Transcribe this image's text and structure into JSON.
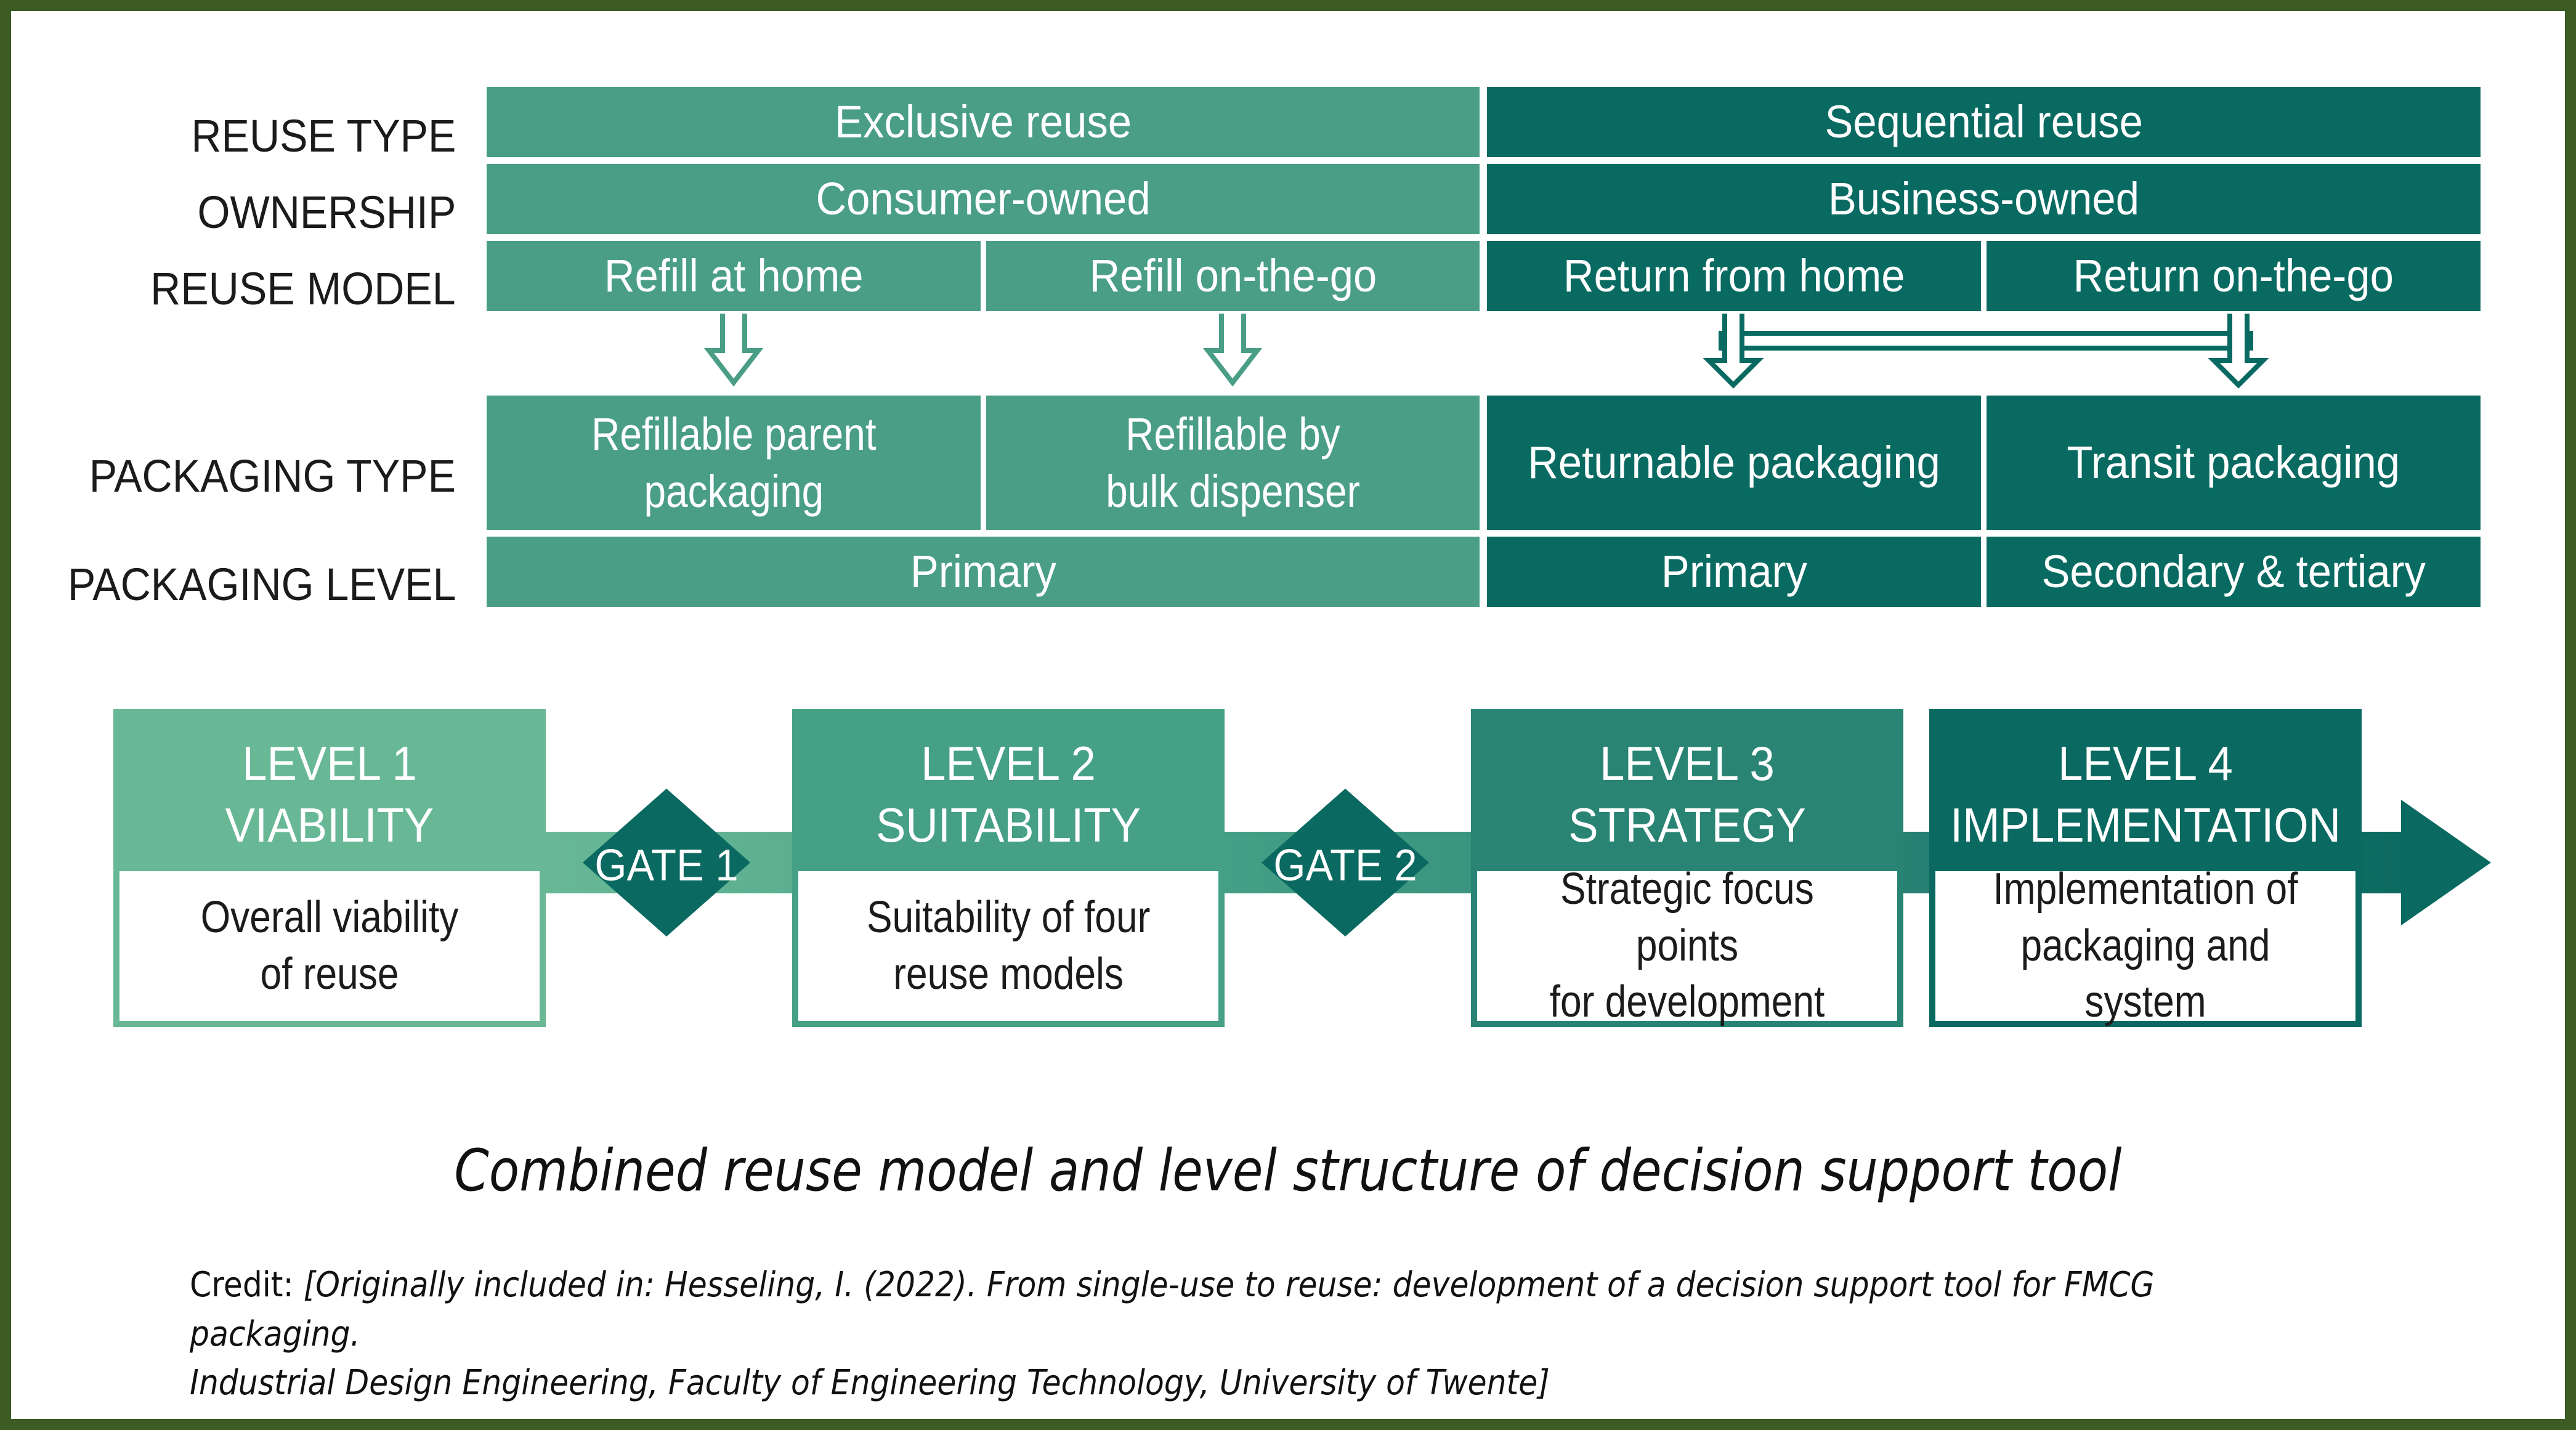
{
  "rows": {
    "reuse_type": {
      "label": "REUSE TYPE",
      "cells": [
        "Exclusive reuse",
        "Sequential reuse"
      ]
    },
    "ownership": {
      "label": "OWNERSHIP",
      "cells": [
        "Consumer-owned",
        "Business-owned"
      ]
    },
    "reuse_model": {
      "label": "REUSE MODEL",
      "cells": [
        "Refill at home",
        "Refill on-the-go",
        "Return from home",
        "Return on-the-go"
      ]
    },
    "packaging_type": {
      "label": "PACKAGING TYPE",
      "cells": [
        [
          "Refillable parent",
          "packaging"
        ],
        [
          "Refillable by",
          "bulk dispenser"
        ],
        [
          "Returnable packaging"
        ],
        [
          "Transit packaging"
        ]
      ]
    },
    "packaging_level": {
      "label": "PACKAGING LEVEL",
      "cells": [
        "Primary",
        "Primary",
        "Secondary & tertiary"
      ]
    }
  },
  "levels": [
    {
      "title": "LEVEL 1",
      "name": "VIABILITY",
      "desc": [
        "Overall viability",
        "of reuse"
      ],
      "color": "#68b896"
    },
    {
      "title": "LEVEL 2",
      "name": "SUITABILITY",
      "desc": [
        "Suitability of four",
        "reuse models"
      ],
      "color": "#46a086"
    },
    {
      "title": "LEVEL 3",
      "name": "STRATEGY",
      "desc": [
        "Strategic focus points",
        "for development"
      ],
      "color": "#2a8474"
    },
    {
      "title": "LEVEL 4",
      "name": "IMPLEMENTATION",
      "desc": [
        "Implementation of",
        "packaging and system"
      ],
      "color": "#0a6960"
    }
  ],
  "gates": [
    "GATE 1",
    "GATE 2"
  ],
  "colors": {
    "exclusive": "#4a9e86",
    "sequential": "#096a62",
    "border": "#3d5c24",
    "gate": "#0a6960"
  },
  "caption": "Combined reuse model and level structure of decision support tool",
  "credit": {
    "prefix": "Credit: ",
    "text_line1": "[Originally included in: Hesseling, I. (2022). From single-use to reuse: development of a decision support tool for FMCG packaging.",
    "text_line2": "Industrial Design Engineering, Faculty of Engineering Technology, University of Twente]"
  }
}
